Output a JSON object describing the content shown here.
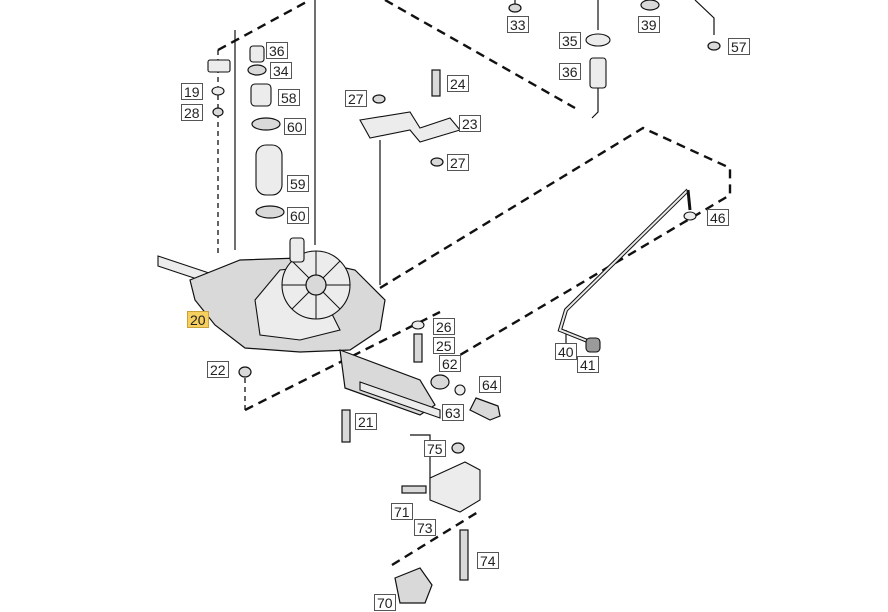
{
  "diagram": {
    "callouts": [
      {
        "id": "33",
        "label": "33"
      },
      {
        "id": "35",
        "label": "35"
      },
      {
        "id": "39",
        "label": "39"
      },
      {
        "id": "57",
        "label": "57"
      },
      {
        "id": "36a",
        "label": "36"
      },
      {
        "id": "34",
        "label": "34"
      },
      {
        "id": "19",
        "label": "19"
      },
      {
        "id": "58",
        "label": "58"
      },
      {
        "id": "28",
        "label": "28"
      },
      {
        "id": "60a",
        "label": "60"
      },
      {
        "id": "59",
        "label": "59"
      },
      {
        "id": "60b",
        "label": "60"
      },
      {
        "id": "36b",
        "label": "36"
      },
      {
        "id": "24",
        "label": "24"
      },
      {
        "id": "27a",
        "label": "27"
      },
      {
        "id": "23",
        "label": "23"
      },
      {
        "id": "27b",
        "label": "27"
      },
      {
        "id": "46",
        "label": "46"
      },
      {
        "id": "20",
        "label": "20",
        "highlight": true
      },
      {
        "id": "26",
        "label": "26"
      },
      {
        "id": "25",
        "label": "25"
      },
      {
        "id": "62",
        "label": "62"
      },
      {
        "id": "22",
        "label": "22"
      },
      {
        "id": "64",
        "label": "64"
      },
      {
        "id": "63",
        "label": "63"
      },
      {
        "id": "40",
        "label": "40"
      },
      {
        "id": "41",
        "label": "41"
      },
      {
        "id": "21",
        "label": "21"
      },
      {
        "id": "75",
        "label": "75"
      },
      {
        "id": "71",
        "label": "71"
      },
      {
        "id": "73",
        "label": "73"
      },
      {
        "id": "74",
        "label": "74"
      },
      {
        "id": "70",
        "label": "70"
      }
    ]
  }
}
